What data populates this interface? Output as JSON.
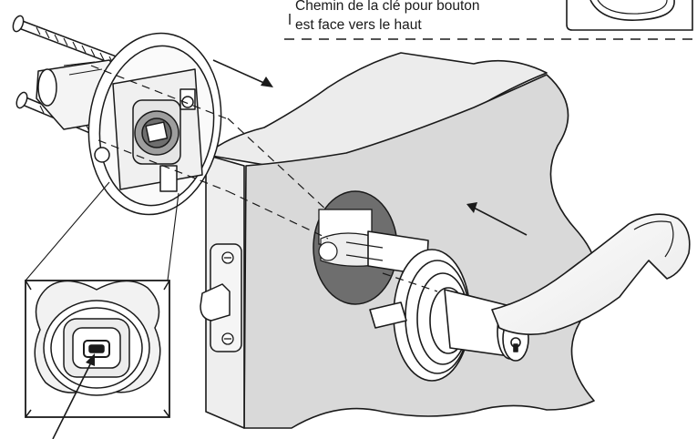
{
  "caption": {
    "line1": "Chemin de la clé pour bouton",
    "line2": "est face vers le haut"
  },
  "colors": {
    "line": "#1a1a1a",
    "door_face": "#d9d9d9",
    "door_edge": "#eeeeee",
    "hole": "#6e6e6e",
    "background": "#ffffff"
  },
  "icons": [
    "screw",
    "latch-assembly",
    "rose-plate",
    "door-slab",
    "latch-plate",
    "lever-handle",
    "key-cylinder",
    "arrow",
    "callout-pointer"
  ]
}
